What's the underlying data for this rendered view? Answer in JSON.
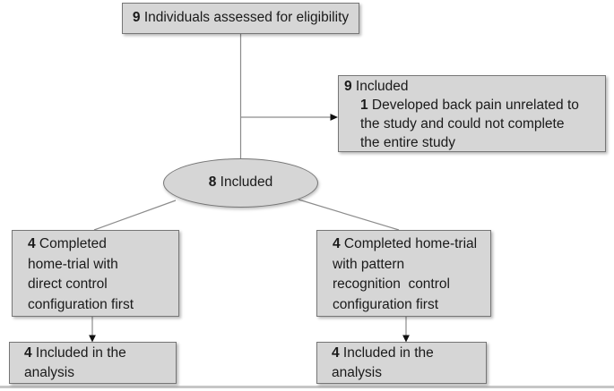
{
  "diagram": {
    "type": "consort-flow",
    "boxes": {
      "assessed": {
        "number": "9",
        "text": " Individuals assessed for eligibility"
      },
      "included_note": {
        "number": "9",
        "text": " Included",
        "reason_number": "1",
        "reason_text": " Developed back pain unrelated to\nthe study and could not complete\nthe entire study"
      },
      "included": {
        "number": "8",
        "text": " Included"
      },
      "home_trial_direct": {
        "number": "4",
        "text": " Completed\nhome-trial with\ndirect control\nconfiguration first"
      },
      "home_trial_pattern": {
        "number": "4",
        "text": " Completed home-trial\nwith pattern\nrecognition  control\nconfiguration first"
      },
      "analysis_direct": {
        "number": "4",
        "text": " Included in the\nanalysis"
      },
      "analysis_pattern": {
        "number": "4",
        "text": " Included in the\nanalysis"
      }
    },
    "colors": {
      "background": "#ffffff",
      "box_fill": "#d6d6d6",
      "box_border": "#767676",
      "line": "#8c8c8c",
      "arrow": "#111111",
      "text": "#1a1a1a"
    }
  }
}
